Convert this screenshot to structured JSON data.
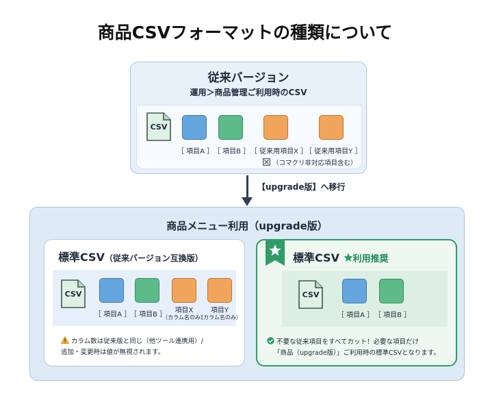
{
  "title": "商品CSVフォーマットの種類について",
  "legacy": {
    "title": "従来バージョン",
    "subtitle": "運用＞商品管理ご利用時のCSV",
    "csv_icon_label": "CSV",
    "items": [
      {
        "label": "［ 項目A ］",
        "color": "#66a6df"
      },
      {
        "label": "［ 項目B ］",
        "color": "#5dbb8a"
      },
      {
        "label": "［ 従来用項目X ］",
        "color": "#f1a45c"
      },
      {
        "label": "［ 従来用項目Y ］",
        "color": "#f1a45c"
      }
    ],
    "note": "（コマクリ非対応項目含む）"
  },
  "transition": {
    "label": "【upgrade版】へ移行"
  },
  "upgrade": {
    "title": "商品メニュー利用（upgrade版）",
    "standard": {
      "title": "標準CSV",
      "title_suffix": "（従来バージョン互換版）",
      "csv_icon_label": "CSV",
      "items": [
        {
          "label": "［ 項目A ］",
          "sub": ""
        },
        {
          "label": "［ 項目B ］",
          "sub": ""
        },
        {
          "label": "項目X",
          "sub": "（カラム名のみ）"
        },
        {
          "label": "項目Y",
          "sub": "（カラム名のみ）"
        }
      ],
      "note_line1": "カラム数は従来版と同じ（他ツール連携用）/",
      "note_line2": "追加・変更時は値が無視されます。"
    },
    "recommended": {
      "title": "標準CSV",
      "badge": "利用推奨",
      "csv_icon_label": "CSV",
      "items": [
        {
          "label": "［ 項目A ］"
        },
        {
          "label": "［ 項目B ］"
        }
      ],
      "note_line1": "不要な従来項目をすべてカット！必要な項目だけ",
      "note_line2": "「商品（upgrade版）」ご利用時の標準CSVとなります。"
    }
  },
  "colors": {
    "blue": "#66a6df",
    "green": "#5dbb8a",
    "orange": "#f1a45c",
    "accent_green": "#2f9c66",
    "warning": "#f0b429"
  }
}
